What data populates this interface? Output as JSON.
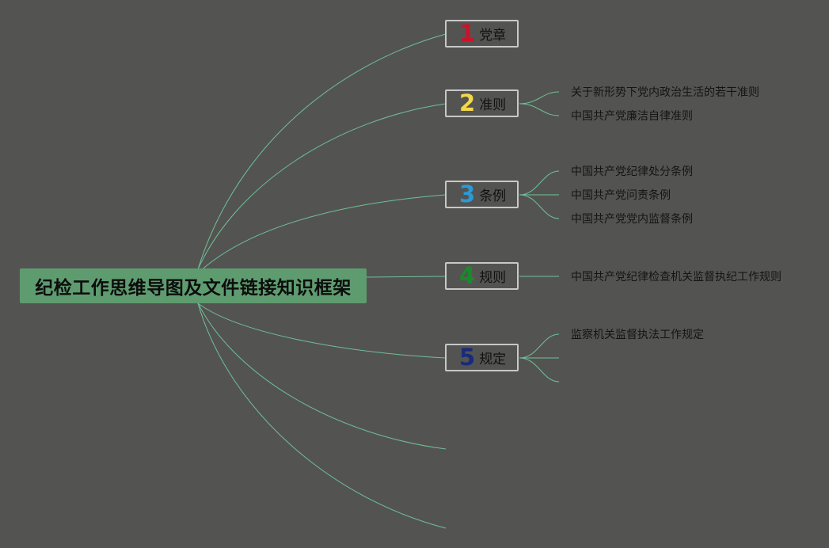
{
  "root": {
    "label": "纪检工作思维导图及文件链接知识框架"
  },
  "branches": [
    {
      "number": "1",
      "label": "党章",
      "number_color": "#c8142a",
      "children": []
    },
    {
      "number": "2",
      "label": "准则",
      "number_color": "#f2d64b",
      "children": [
        "关于新形势下党内政治生活的若干准则",
        "中国共产党廉洁自律准则"
      ]
    },
    {
      "number": "3",
      "label": "条例",
      "number_color": "#2a9ad8",
      "children": [
        "中国共产党纪律处分条例",
        "中国共产党问责条例",
        "中国共产党党内监督条例"
      ]
    },
    {
      "number": "4",
      "label": "规则",
      "number_color": "#1a8a2a",
      "children": [
        "中国共产党纪律检查机关监督执纪工作规则"
      ]
    },
    {
      "number": "5",
      "label": "规定",
      "number_color": "#1a2a7a",
      "children": [
        "监察机关监督执法工作规定",
        "",
        ""
      ]
    }
  ],
  "colors": {
    "background": "#535451",
    "line": "#6fbf9a",
    "root_fill": "#5e9c6f",
    "box_border": "#c8c8c8"
  }
}
